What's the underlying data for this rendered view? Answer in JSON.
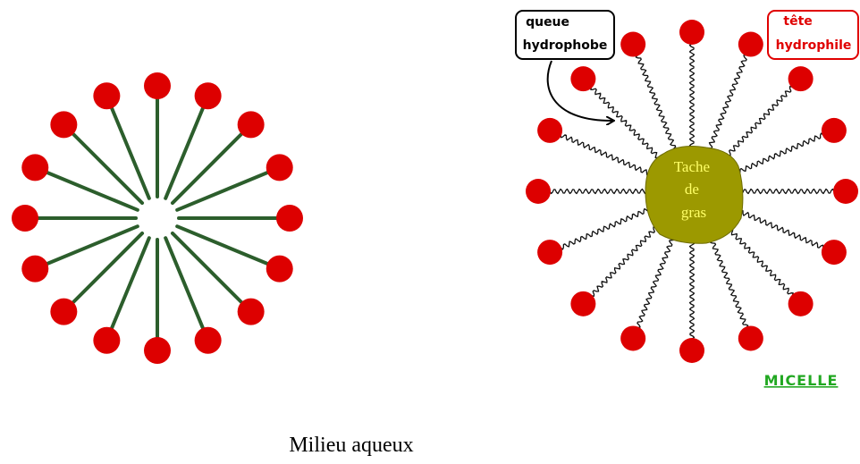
{
  "labels": {
    "hydrophobic_tail": {
      "line1": "queue",
      "line2": "hydrophobe"
    },
    "hydrophilic_head": {
      "line1": "tête",
      "line2": "hydrophile"
    },
    "grease_stain": {
      "line1": "Tache",
      "line2": "de",
      "line3": "gras"
    },
    "micelle": "MICELLE",
    "caption": "Milieu aqueux"
  },
  "colors": {
    "head": "#dd0000",
    "left_tail": "#2c5e2c",
    "right_tail": "#111111",
    "grease_stain": "#9c9900",
    "grease_stain_text": "#ffff66",
    "hydrophobe_box": "#000000",
    "hydrophile_box": "#e00000",
    "micelle_label": "#22a822"
  }
}
